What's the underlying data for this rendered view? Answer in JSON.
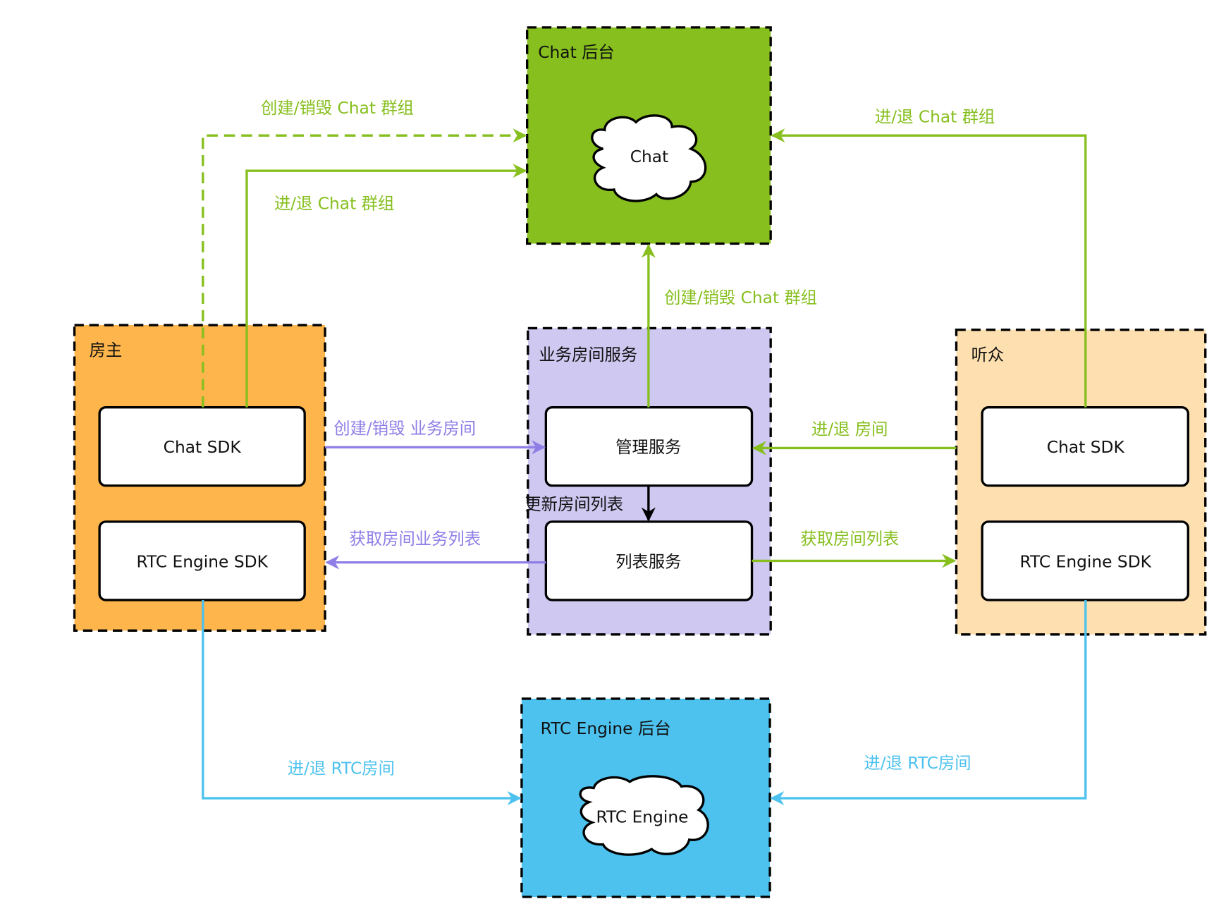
{
  "colors": {
    "chat_backend_fill": "#86bf1e",
    "host_fill": "#fdb54c",
    "service_fill": "#cfc8f1",
    "audience_fill": "#fee0b0",
    "rtc_backend_fill": "#4dc2ee",
    "green_arrow": "#86bf1e",
    "purple_arrow": "#8f7ee6",
    "blue_arrow": "#4dc2ee",
    "black": "#000000"
  },
  "groups": {
    "chat_backend": {
      "label": "Chat 后台",
      "cloud_label": "Chat"
    },
    "rtc_backend": {
      "label": "RTC Engine 后台",
      "cloud_label": "RTC Engine"
    },
    "host": {
      "label": "房主",
      "chat_sdk": "Chat SDK",
      "rtc_sdk": "RTC Engine SDK"
    },
    "service": {
      "label": "业务房间服务",
      "manage": "管理服务",
      "list": "列表服务"
    },
    "audience": {
      "label": "听众",
      "chat_sdk": "Chat SDK",
      "rtc_sdk": "RTC Engine SDK"
    }
  },
  "edges": {
    "host_create_chat_group": "创建/销毁 Chat 群组",
    "host_join_chat_group": "进/退 Chat 群组",
    "audience_join_chat_group": "进/退 Chat 群组",
    "service_create_chat_group": "创建/销毁 Chat 群组",
    "host_create_room": "创建/销毁 业务房间",
    "host_get_room_list": "获取房间业务列表",
    "audience_join_room": "进/退 房间",
    "audience_get_room_list": "获取房间列表",
    "update_room_list": "更新房间列表",
    "host_join_rtc": "进/退 RTC房间",
    "audience_join_rtc": "进/退 RTC房间"
  }
}
